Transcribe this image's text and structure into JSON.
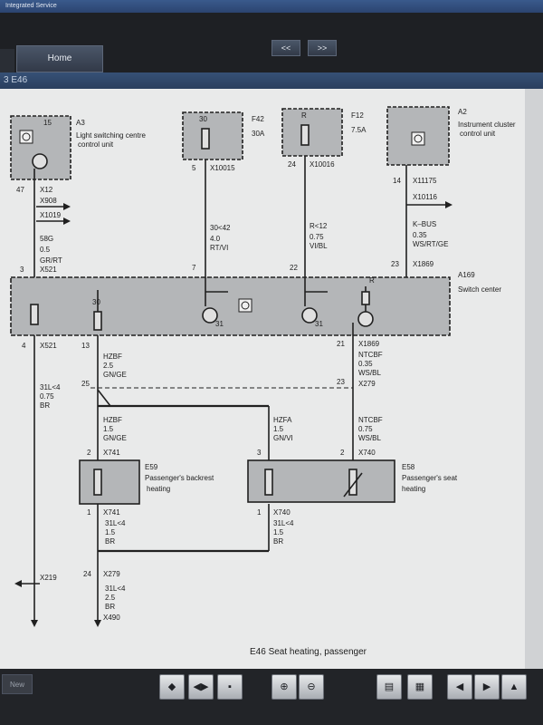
{
  "window": {
    "title": "Integrated Service"
  },
  "nav": {
    "home": "Home",
    "prev": "<<",
    "next": ">>"
  },
  "path": {
    "text": "3 E46"
  },
  "components": {
    "a3_label": "A3",
    "a3_pin": "15",
    "a3_desc1": "Light switching centre",
    "a3_desc2": "control unit",
    "f42_label": "F42",
    "f42_pin": "30",
    "f42_rating": "30A",
    "f12_label": "F12",
    "f12_pin": "R",
    "f12_rating": "7.5A",
    "a2_label": "A2",
    "a2_desc1": "Instrument cluster",
    "a2_desc2": "control unit",
    "a169_label": "A169",
    "a169_desc": "Switch center",
    "e59_label": "E59",
    "e59_desc1": "Passenger's backrest",
    "e59_desc2": "heating",
    "e58_label": "E58",
    "e58_desc1": "Passenger's seat",
    "e58_desc2": "heating"
  },
  "pins": {
    "p47": "47",
    "x12": "X12",
    "x908": "X908",
    "x1019": "X1019",
    "p5": "5",
    "x10015": "X10015",
    "p24a": "24",
    "x10016": "X10016",
    "p14": "14",
    "x11175": "X11175",
    "x10116": "X10116",
    "p3a": "3",
    "x521a": "X521",
    "p7": "7",
    "p22": "22",
    "p23": "23",
    "x1869a": "X1869",
    "a169_30": "30",
    "a169_r": "R",
    "a169_31a": "31",
    "a169_31b": "31",
    "p4": "4",
    "x521b": "X521",
    "p13": "13",
    "p21": "21",
    "x1869b": "X1869",
    "p25": "25",
    "p23b": "23",
    "x279a": "X279",
    "p2a": "2",
    "x741a": "X741",
    "p3b": "3",
    "p2b": "2",
    "x740a": "X740",
    "p1a": "1",
    "x741b": "X741",
    "p1b": "1",
    "x740b": "X740",
    "x219": "X219",
    "p24b": "24",
    "x279b": "X279",
    "x490": "X490"
  },
  "wires": {
    "w58g": "58G",
    "w58g_size": "0.5",
    "w58g_col": "GR/RT",
    "w30": "30<42",
    "w30_size": "4.0",
    "w30_col": "RT/VI",
    "wr": "R<12",
    "wr_size": "0.75",
    "wr_col": "VI/BL",
    "wk": "K–BUS",
    "wk_size": "0.35",
    "wk_col": "WS/RT/GE",
    "whzbf1": "HZBF",
    "whzbf1_size": "2.5",
    "whzbf1_col": "GN/GE",
    "wntc1": "NTCBF",
    "wntc1_size": "0.35",
    "wntc1_col": "WS/BL",
    "w31a": "31L<4",
    "w31a_size": "0.75",
    "w31a_col": "BR",
    "whzbf2": "HZBF",
    "whzbf2_size": "1.5",
    "whzbf2_col": "GN/GE",
    "whzfa": "HZFA",
    "whzfa_size": "1.5",
    "whzfa_col": "GN/VI",
    "wntc2": "NTCBF",
    "wntc2_size": "0.75",
    "wntc2_col": "WS/BL",
    "w31b": "31L<4",
    "w31b_size": "1.5",
    "w31b_col": "BR",
    "w31c": "31L<4",
    "w31c_size": "1.5",
    "w31c_col": "BR",
    "w31d": "31L<4",
    "w31d_size": "2.5",
    "w31d_col": "BR"
  },
  "caption": "E46 Seat heating, passenger",
  "toolbar": {
    "new_label": "New"
  }
}
